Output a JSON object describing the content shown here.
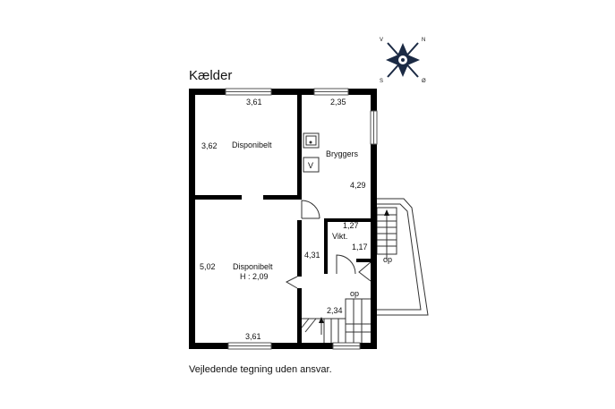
{
  "floor_title": "Kælder",
  "disclaimer": "Vejledende tegning uden ansvar.",
  "compass": {
    "n": "N",
    "v": "V",
    "s": "S",
    "o": "Ø"
  },
  "rooms": {
    "disponibelt_top": {
      "name": "Disponibelt",
      "width": "3,61",
      "depth": "3,62"
    },
    "disponibelt_bottom": {
      "name": "Disponibelt",
      "height_note": "H : 2,09",
      "width": "3,61",
      "depth": "5,02",
      "side": "4,31"
    },
    "bryggers": {
      "name": "Bryggers",
      "width": "2,35",
      "depth": "4,29",
      "appliance": "V"
    },
    "viktualie": {
      "name": "Vikt.",
      "width": "1,27",
      "depth": "1,17"
    },
    "stair": {
      "width": "2,34",
      "label": "op"
    },
    "outer_stair": {
      "label": "op"
    }
  },
  "colors": {
    "wall": "#000000",
    "line": "#333333",
    "background": "#ffffff"
  }
}
